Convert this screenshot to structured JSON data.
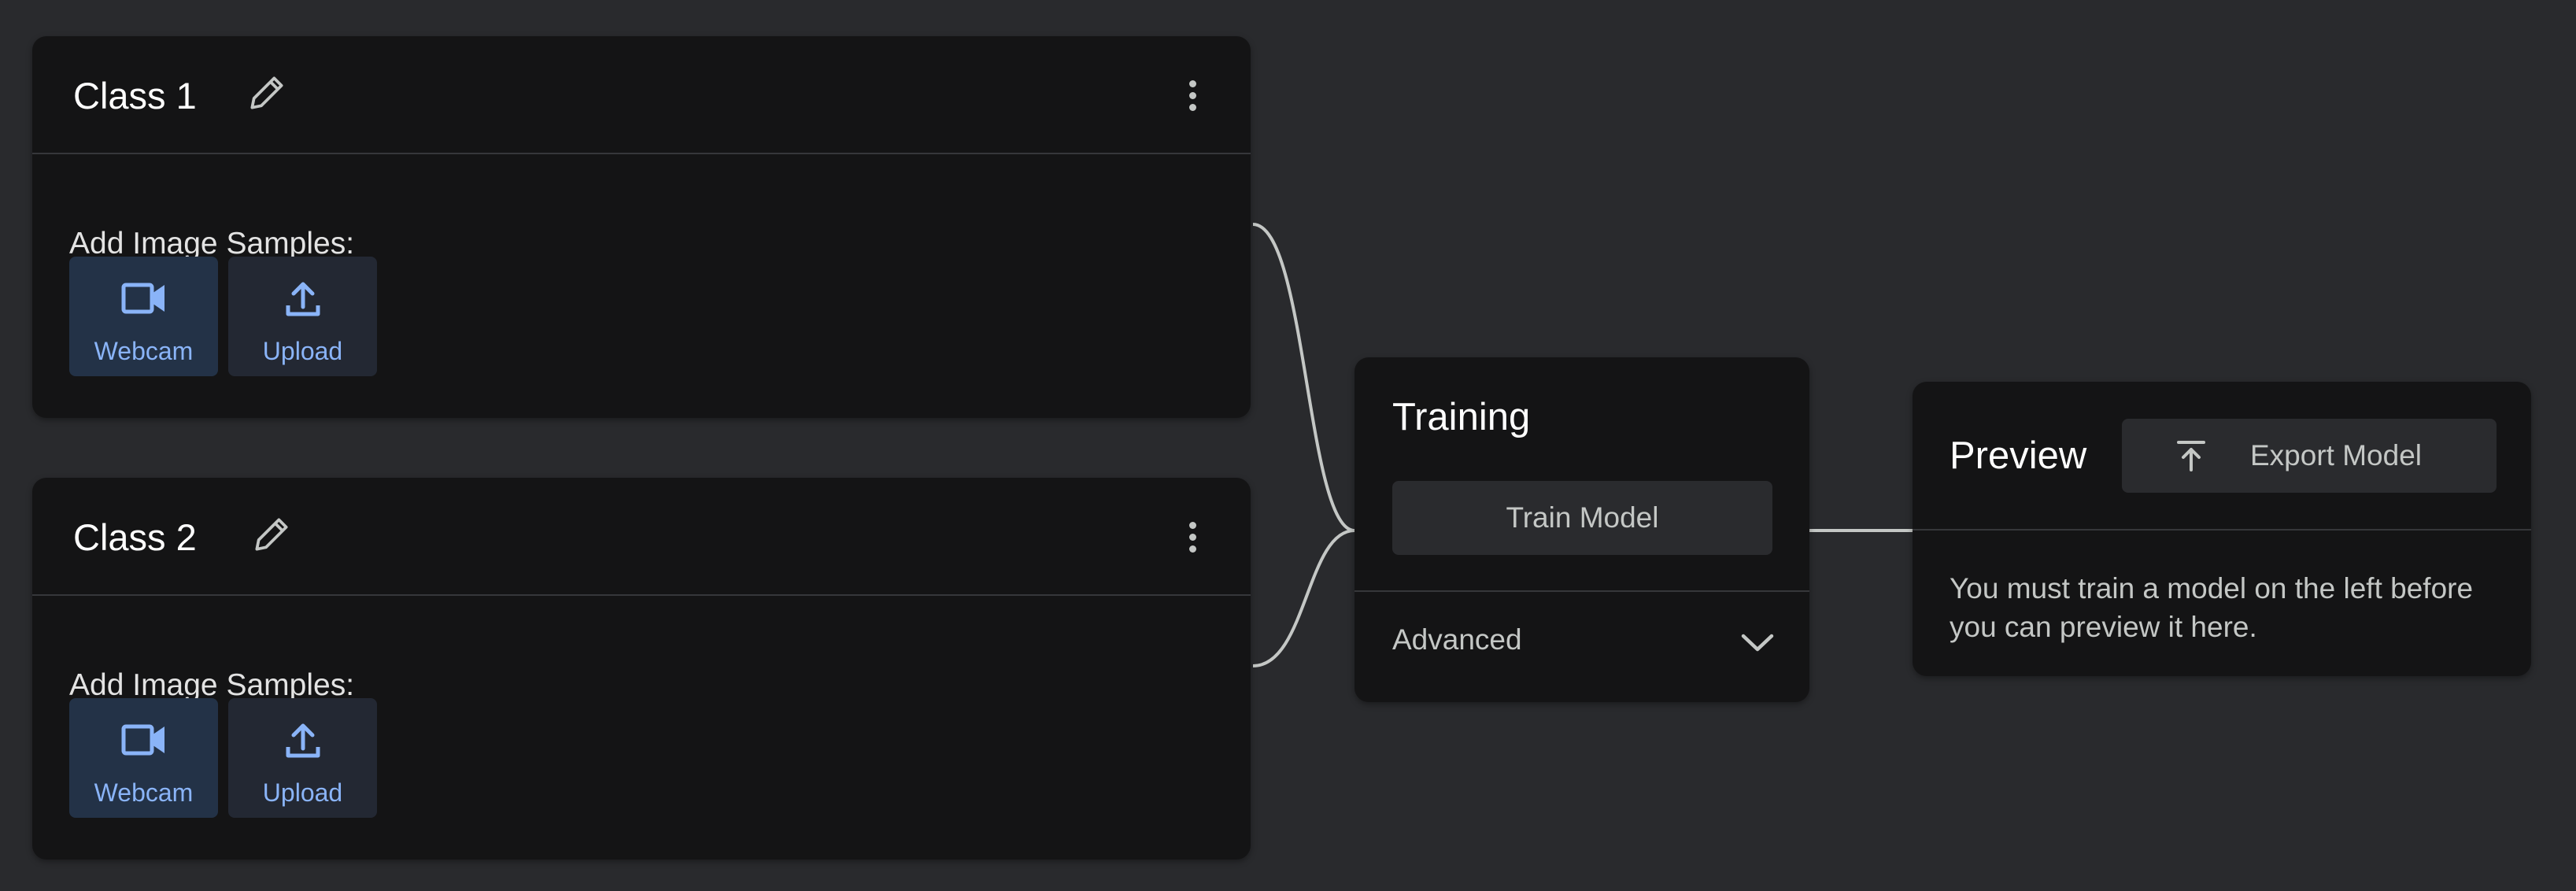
{
  "classes": [
    {
      "title": "Class 1",
      "samples_label": "Add Image Samples:",
      "webcam_label": "Webcam",
      "upload_label": "Upload"
    },
    {
      "title": "Class 2",
      "samples_label": "Add Image Samples:",
      "webcam_label": "Webcam",
      "upload_label": "Upload"
    }
  ],
  "training": {
    "title": "Training",
    "train_label": "Train Model",
    "advanced_label": "Advanced"
  },
  "preview": {
    "title": "Preview",
    "export_label": "Export Model",
    "message": "You must train a model on the left before you can preview it here."
  },
  "icons": {
    "edit": "pencil-icon",
    "menu": "more-vert-icon",
    "webcam": "videocam-icon",
    "upload": "upload-icon",
    "expand": "chevron-down-icon",
    "export": "export-icon"
  },
  "colors": {
    "background": "#292a2d",
    "card": "#141415",
    "accent": "#8ab4f8",
    "webcam_button": "#233247",
    "upload_button": "#232833",
    "connector": "#c4c7c5"
  }
}
